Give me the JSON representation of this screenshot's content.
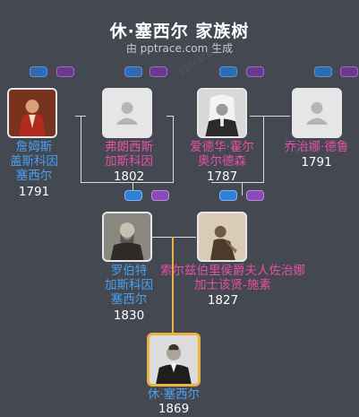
{
  "page": {
    "title": "休·塞西尔 家族树",
    "subtitle": "由 pptrace.com 生成",
    "watermark": "pptrace"
  },
  "colors": {
    "background": "#434851",
    "male_name": "#4a9ff0",
    "female_name": "#e84fa3",
    "focus_border": "#e9b341"
  },
  "people": {
    "p1": {
      "name_lines": [
        "詹姆斯",
        "盖斯科因",
        "塞西尔"
      ],
      "year": "1791",
      "gender": "male",
      "icon": "portrait-photo"
    },
    "p2": {
      "name_lines": [
        "弗朗西斯",
        "加斯科因"
      ],
      "year": "1802",
      "gender": "female",
      "icon": "person-placeholder-icon"
    },
    "p3": {
      "name_lines": [
        "爱德华·霍尔",
        "奥尔德森"
      ],
      "year": "1787",
      "gender": "female",
      "icon": "portrait-photo"
    },
    "p4": {
      "name_lines": [
        "乔治娜·德鲁"
      ],
      "year": "1791",
      "gender": "female",
      "icon": "person-placeholder-icon"
    },
    "p5": {
      "name_lines": [
        "罗伯特",
        "加斯科因",
        "塞西尔"
      ],
      "year": "1830",
      "gender": "male",
      "icon": "portrait-photo"
    },
    "p6": {
      "name_lines": [
        "索尔兹伯里侯爵夫人佐治娜",
        "加士该贤-施素"
      ],
      "year": "1827",
      "gender": "female",
      "icon": "portrait-photo"
    },
    "p7": {
      "name_lines": [
        "休·塞西尔"
      ],
      "year": "1869",
      "gender": "male",
      "icon": "portrait-photo"
    }
  }
}
